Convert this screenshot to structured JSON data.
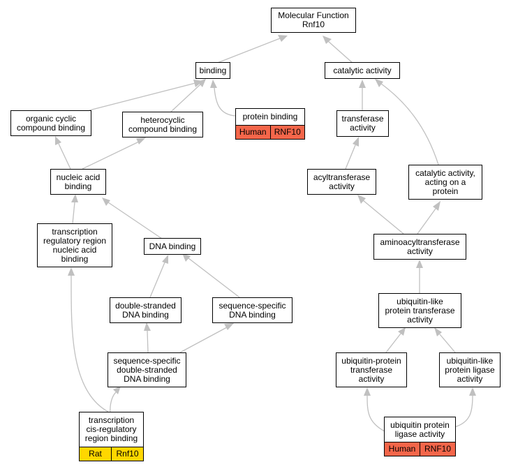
{
  "colors": {
    "human": "#f4664a",
    "rat": "#ffd700",
    "edge": "#c0c0c0"
  },
  "nodes": {
    "root": "Molecular Function\nRnf10",
    "binding": "binding",
    "catalytic": "catalytic activity",
    "organic_cyclic": "organic cyclic\ncompound binding",
    "heterocyclic": "heterocyclic\ncompound binding",
    "protein_binding": "protein binding",
    "transferase": "transferase\nactivity",
    "nucleic_acid": "nucleic acid\nbinding",
    "acyltransferase": "acyltransferase\nactivity",
    "catalytic_protein": "catalytic activity,\nacting on a\nprotein",
    "tr_region": "transcription\nregulatory region\nnucleic acid\nbinding",
    "dna_binding": "DNA binding",
    "aminoacyl": "aminoacyltransferase\nactivity",
    "ds_dna": "double-stranded\nDNA binding",
    "ss_dna": "sequence-specific\nDNA binding",
    "ubl_transferase": "ubiquitin-like\nprotein transferase\nactivity",
    "ss_ds_dna": "sequence-specific\ndouble-stranded\nDNA binding",
    "ub_transferase": "ubiquitin-protein\ntransferase\nactivity",
    "ubl_ligase": "ubiquitin-like\nprotein ligase\nactivity",
    "tcis": "transcription\ncis-regulatory\nregion binding",
    "ub_ligase": "ubiquitin protein\nligase activity"
  },
  "annotations": {
    "protein_binding": [
      "Human",
      "RNF10"
    ],
    "tcis": [
      "Rat",
      "Rnf10"
    ],
    "ub_ligase": [
      "Human",
      "RNF10"
    ]
  }
}
